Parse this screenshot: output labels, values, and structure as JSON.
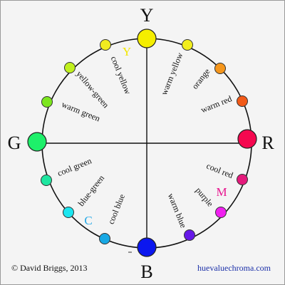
{
  "axis_labels": {
    "top": "Y",
    "right": "R",
    "bottom": "B",
    "left": "G"
  },
  "inner_labels": {
    "y": "Y",
    "m": "M",
    "c": "C"
  },
  "colors": [
    {
      "name": "warm yellow",
      "fill": "#f2ee1e"
    },
    {
      "name": "orange",
      "fill": "#f5961c"
    },
    {
      "name": "warm red",
      "fill": "#f25a18"
    },
    {
      "name": "cool red",
      "fill": "#e41a7c"
    },
    {
      "name": "purple",
      "fill": "#f020f0"
    },
    {
      "name": "warm blue",
      "fill": "#6618e8"
    },
    {
      "name": "cool blue",
      "fill": "#18a8e4"
    },
    {
      "name": "blue-green",
      "fill": "#1ce6f0"
    },
    {
      "name": "cool green",
      "fill": "#1ee6a0"
    },
    {
      "name": "warm green",
      "fill": "#7ce61e"
    },
    {
      "name": "yellow-green",
      "fill": "#c0f01e"
    },
    {
      "name": "cool yellow",
      "fill": "#f0ec20"
    }
  ],
  "primary_colors": {
    "yellow": "#f5ee00",
    "red": "#f5074f",
    "blue": "#0b17ef",
    "green": "#1ef06a"
  },
  "inner_label_colors": {
    "y": "#f2e600",
    "m": "#e7168f",
    "c": "#27a9e6"
  },
  "footer": {
    "copyright": "© David Briggs, 2013",
    "website": "huevaluechroma.com"
  }
}
